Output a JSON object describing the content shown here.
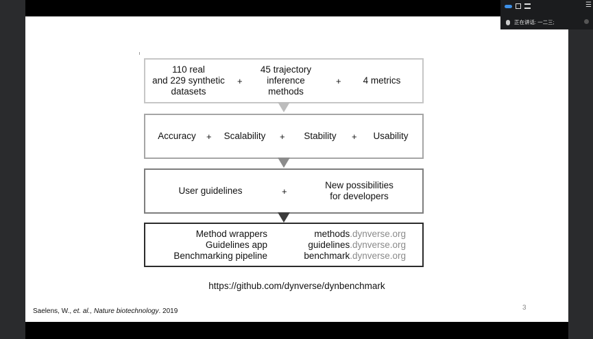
{
  "slide": {
    "row1": {
      "a": "110 real\nand 229 synthetic\ndatasets",
      "b": "45 trajectory\ninference\nmethods",
      "c": "4 metrics"
    },
    "row2": {
      "a": "Accuracy",
      "b": "Scalability",
      "c": "Stability",
      "d": "Usability"
    },
    "row3": {
      "a": "User guidelines",
      "b": "New possibilities\nfor developers"
    },
    "row4": {
      "left": [
        "Method wrappers",
        "Guidelines app",
        "Benchmarking pipeline"
      ],
      "right": [
        {
          "host": "methods",
          "domain": ".dynverse.org"
        },
        {
          "host": "guidelines",
          "domain": ".dynverse.org"
        },
        {
          "host": "benchmark",
          "domain": ".dynverse.org"
        }
      ]
    },
    "plus": "+",
    "url": "https://github.com/dynverse/dynbenchmark",
    "citation": {
      "authors": "Saelens, W., ",
      "etal": "et. al.,",
      "journal": "Nature biotechnology",
      "year": ". 2019"
    },
    "page_number": "3",
    "arrow_colors": [
      "#bdbdbd",
      "#8c8c8c",
      "#3c3c3c"
    ]
  },
  "overlay": {
    "speaking_text": "正在讲话: 一二三;"
  }
}
